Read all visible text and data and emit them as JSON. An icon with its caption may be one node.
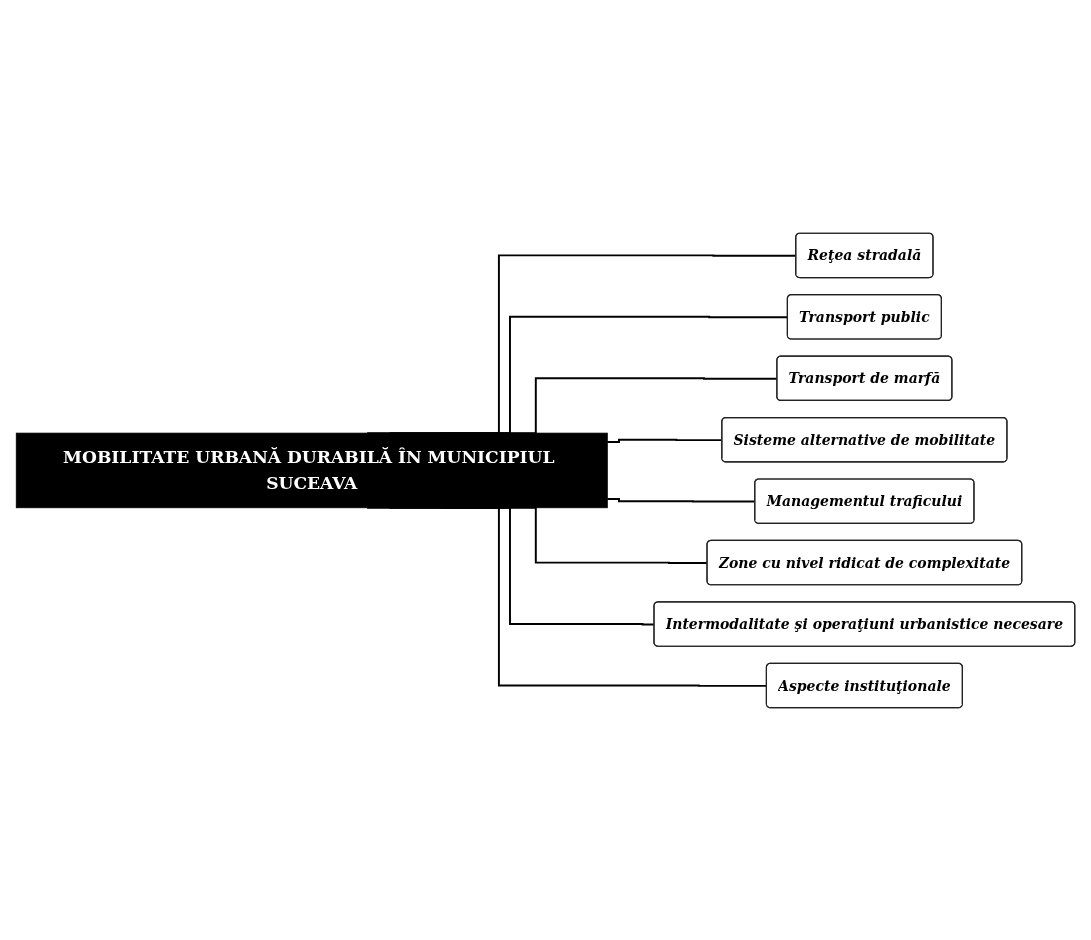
{
  "diagram": {
    "nodes": [
      {
        "text": [
          "MOBILITATE URBANĂ DURABILĂ ÎN MUNICIPIUL SUCEAVA"
        ]
      },
      {
        "text": [
          "Reţea stradală"
        ]
      },
      {
        "text": [
          "Transport public"
        ]
      },
      {
        "text": [
          "Transport de marfă"
        ]
      },
      {
        "text": [
          "Sisteme alternative de mobilitate"
        ]
      },
      {
        "text": [
          "Managementul traficului"
        ]
      },
      {
        "text": [
          "Zone cu nivel ridicat de complexitate"
        ]
      },
      {
        "text": [
          "Intermodalitate şi operaţiuni urbanistice necesare"
        ]
      },
      {
        "text": [
          "Aspecte instituţionale"
        ]
      }
    ],
    "edges": [
      {
        "from": 0,
        "to": 1,
        "arrow": "none"
      },
      {
        "from": 0,
        "to": 2,
        "arrow": "none"
      },
      {
        "from": 0,
        "to": 3,
        "arrow": "none"
      },
      {
        "from": 0,
        "to": 4,
        "arrow": "none"
      },
      {
        "from": 0,
        "to": 5,
        "arrow": "none"
      },
      {
        "from": 0,
        "to": 6,
        "arrow": "none"
      },
      {
        "from": 0,
        "to": 7,
        "arrow": "none"
      },
      {
        "from": 0,
        "to": 8,
        "arrow": "none"
      }
    ]
  }
}
